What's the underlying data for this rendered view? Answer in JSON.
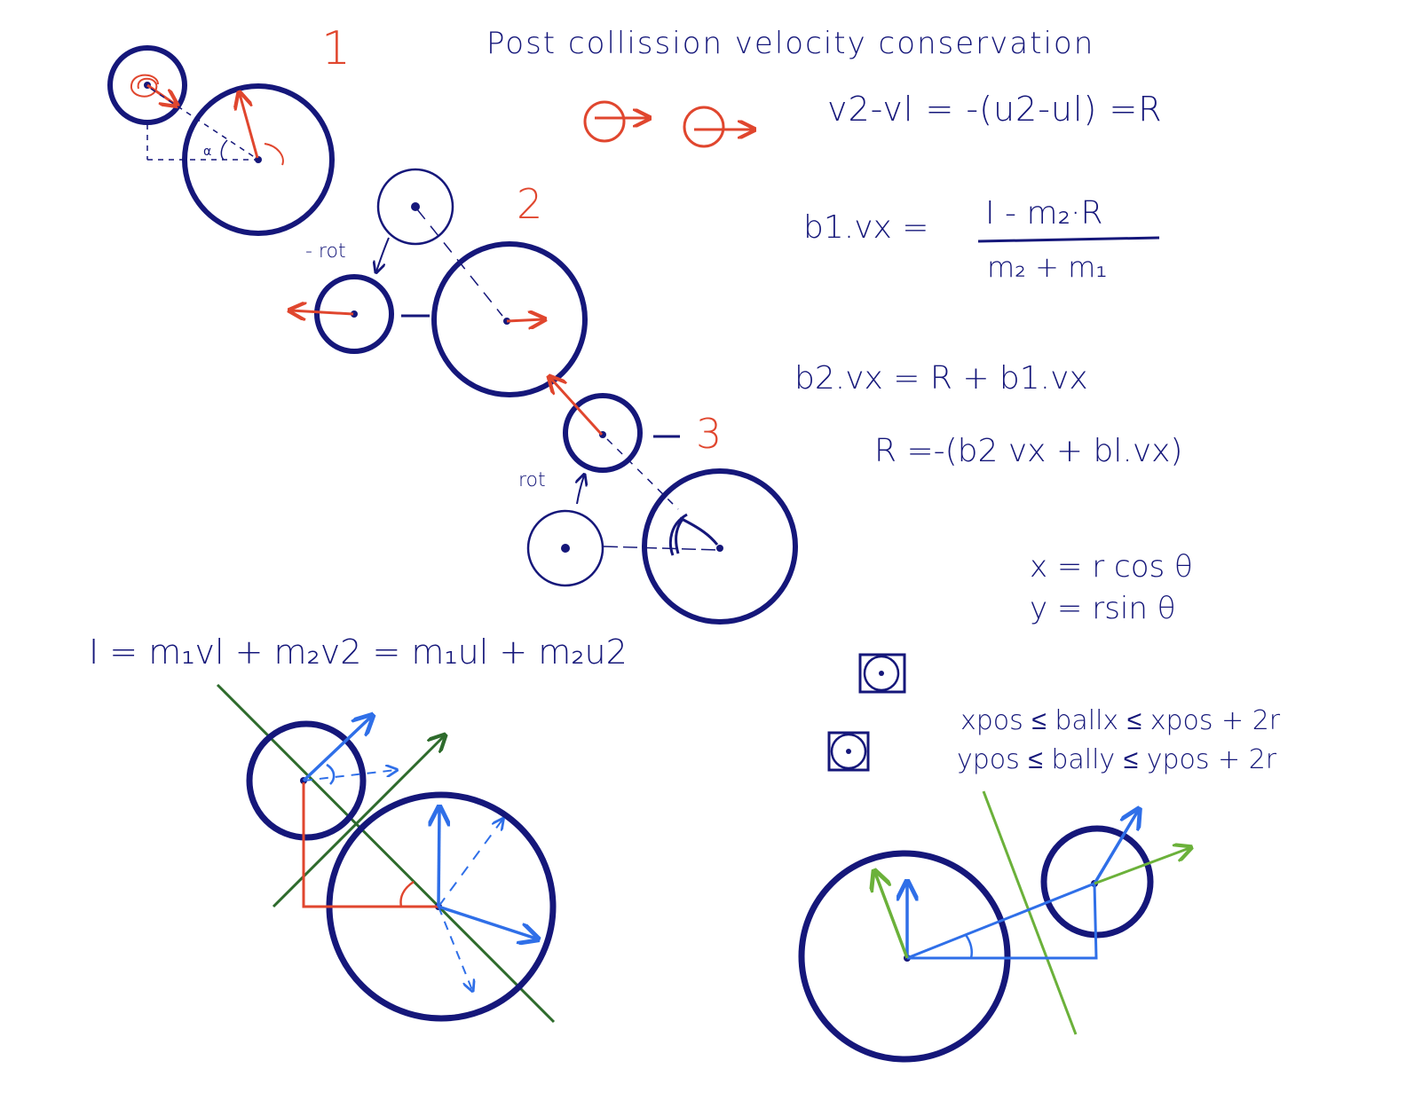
{
  "colors": {
    "navy": "#15177a",
    "red": "#e0462e",
    "blue": "#2f6fe8",
    "dark_green": "#2e6b2c",
    "light_green": "#6bb13a"
  },
  "labels": {
    "title": "Post collission velocity conservation",
    "step1": "1",
    "step2": "2",
    "step3": "3",
    "neg_rot": "- rot",
    "rot": "rot",
    "alpha": "α"
  },
  "equations": {
    "relative_velocity": "v2-vl = -(u2-ul) =R",
    "b1_lhs": "b1.vx =",
    "b1_numerator": "I - m₂·R",
    "b1_denominator": "m₂ + m₁",
    "b2": "b2.vx  = R + b1.vx",
    "r_def": "R =-(b2 vx + bl.vx)",
    "x_polar": "x = r cos θ",
    "y_polar": "y = rsin θ",
    "impulse": "I = m₁vl + m₂v2 = m₁ul + m₂u2",
    "xpos_range": "xpos  ≤ ballx  ≤ xpos + 2r",
    "ypos_range": "ypos  ≤ bally  ≤ ypos + 2r"
  }
}
